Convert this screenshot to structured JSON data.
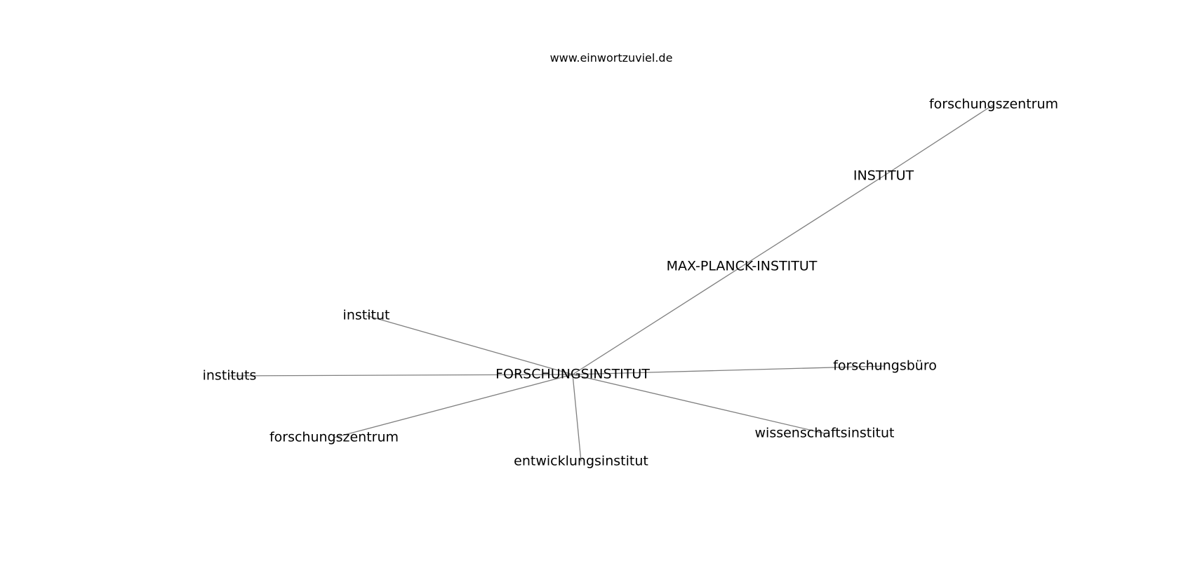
{
  "header": {
    "site": "www.einwortzuviel.de"
  },
  "graph": {
    "nodes": [
      {
        "id": "forschungsinstitut",
        "label": "FORSCHUNGSINSTITUT"
      },
      {
        "id": "max-planck-institut",
        "label": "MAX-PLANCK-INSTITUT"
      },
      {
        "id": "institut-upper",
        "label": "INSTITUT"
      },
      {
        "id": "forschungszentrum-top",
        "label": "forschungszentrum"
      },
      {
        "id": "institut",
        "label": "institut"
      },
      {
        "id": "instituts",
        "label": "instituts"
      },
      {
        "id": "forschungszentrum",
        "label": "forschungszentrum"
      },
      {
        "id": "entwicklungsinstitut",
        "label": "entwicklungsinstitut"
      },
      {
        "id": "wissenschaftsinstitut",
        "label": "wissenschaftsinstitut"
      },
      {
        "id": "forschungsbuero",
        "label": "forschungsbüro"
      }
    ],
    "edges": [
      {
        "source": "forschungsinstitut",
        "target": "max-planck-institut"
      },
      {
        "source": "max-planck-institut",
        "target": "institut-upper"
      },
      {
        "source": "institut-upper",
        "target": "forschungszentrum-top"
      },
      {
        "source": "forschungsinstitut",
        "target": "institut"
      },
      {
        "source": "forschungsinstitut",
        "target": "instituts"
      },
      {
        "source": "forschungsinstitut",
        "target": "forschungszentrum"
      },
      {
        "source": "forschungsinstitut",
        "target": "entwicklungsinstitut"
      },
      {
        "source": "forschungsinstitut",
        "target": "wissenschaftsinstitut"
      },
      {
        "source": "forschungsinstitut",
        "target": "forschungsbuero"
      }
    ]
  }
}
